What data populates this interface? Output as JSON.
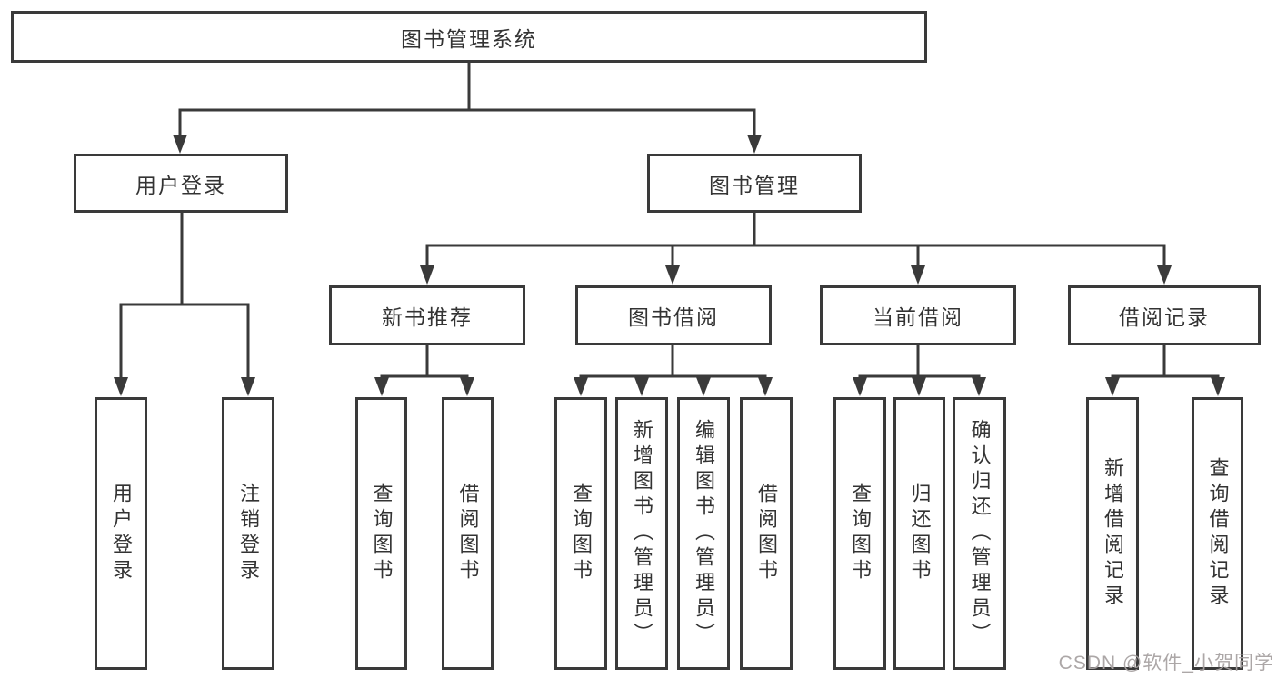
{
  "colors": {
    "background": "#ffffff",
    "line": "#3a3a3a",
    "box_border": "#3a3a3a",
    "box_fill": "#ffffff",
    "text": "#333333",
    "watermark_text": "#a8a2a2"
  },
  "tree": {
    "root": {
      "label": "图书管理系统"
    },
    "branches": [
      {
        "label": "用户登录",
        "children": [
          {
            "label": "用户登录"
          },
          {
            "label": "注销登录"
          }
        ]
      },
      {
        "label": "图书管理",
        "sections": [
          {
            "label": "新书推荐",
            "children": [
              {
                "label": "查询图书"
              },
              {
                "label": "借阅图书"
              }
            ]
          },
          {
            "label": "图书借阅",
            "children": [
              {
                "label": "查询图书"
              },
              {
                "label": "新增图书（管理员）"
              },
              {
                "label": "编辑图书（管理员）"
              },
              {
                "label": "借阅图书"
              }
            ]
          },
          {
            "label": "当前借阅",
            "children": [
              {
                "label": "查询图书"
              },
              {
                "label": "归还图书"
              },
              {
                "label": "确认归还（管理员）"
              }
            ]
          },
          {
            "label": "借阅记录",
            "children": [
              {
                "label": "新增借阅记录"
              },
              {
                "label": "查询借阅记录"
              }
            ]
          }
        ]
      }
    ]
  },
  "watermark": {
    "label": "CSDN @软件_小贺同学"
  }
}
